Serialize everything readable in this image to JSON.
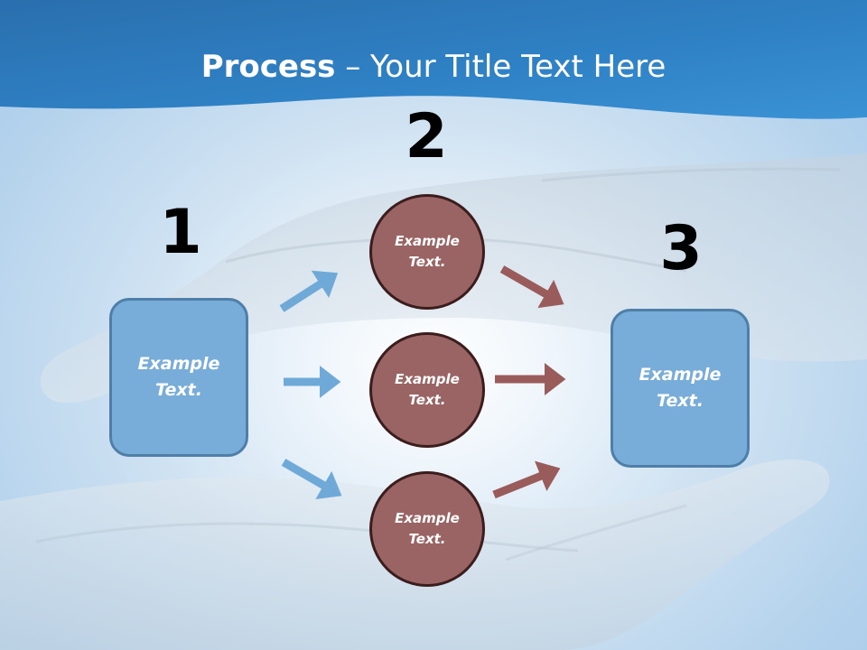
{
  "title": {
    "bold": "Process",
    "rest": " – Your Title Text Here"
  },
  "steps": [
    {
      "number": "1",
      "text": "Example Text."
    },
    {
      "number": "2",
      "items": [
        "Example Text.",
        "Example Text.",
        "Example Text."
      ]
    },
    {
      "number": "3",
      "text": "Example Text."
    }
  ],
  "colors": {
    "header_blue": "#2f7fc1",
    "box_fill": "#78acd9",
    "circle_fill": "#9b6464",
    "arrow_blue": "#6fa9d8",
    "arrow_red": "#9a5b5b"
  }
}
